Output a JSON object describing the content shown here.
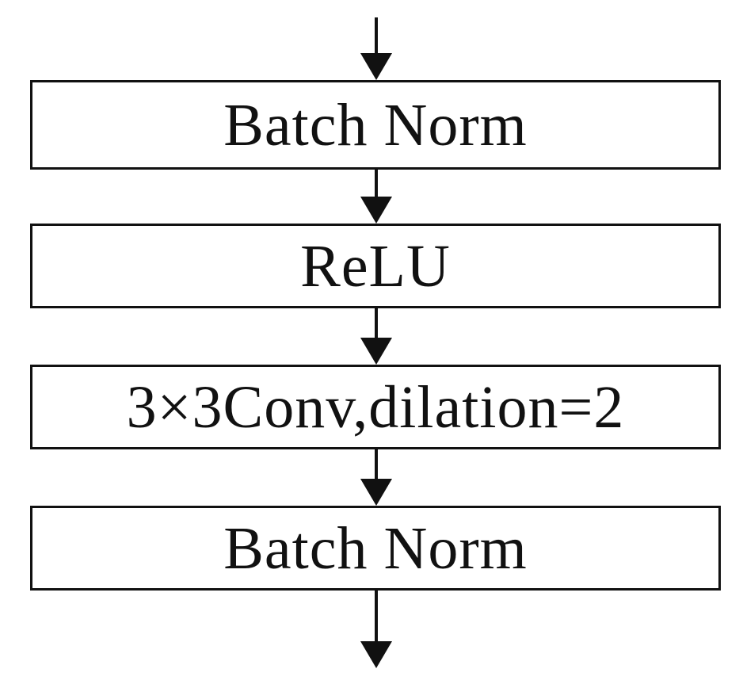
{
  "diagram": {
    "layers": [
      {
        "label": "Batch Norm"
      },
      {
        "label": "ReLU"
      },
      {
        "label": "3×3Conv,dilation=2"
      },
      {
        "label": "Batch Norm"
      }
    ]
  },
  "colors": {
    "stroke": "#111111",
    "fill": "#ffffff",
    "text": "#111111"
  }
}
